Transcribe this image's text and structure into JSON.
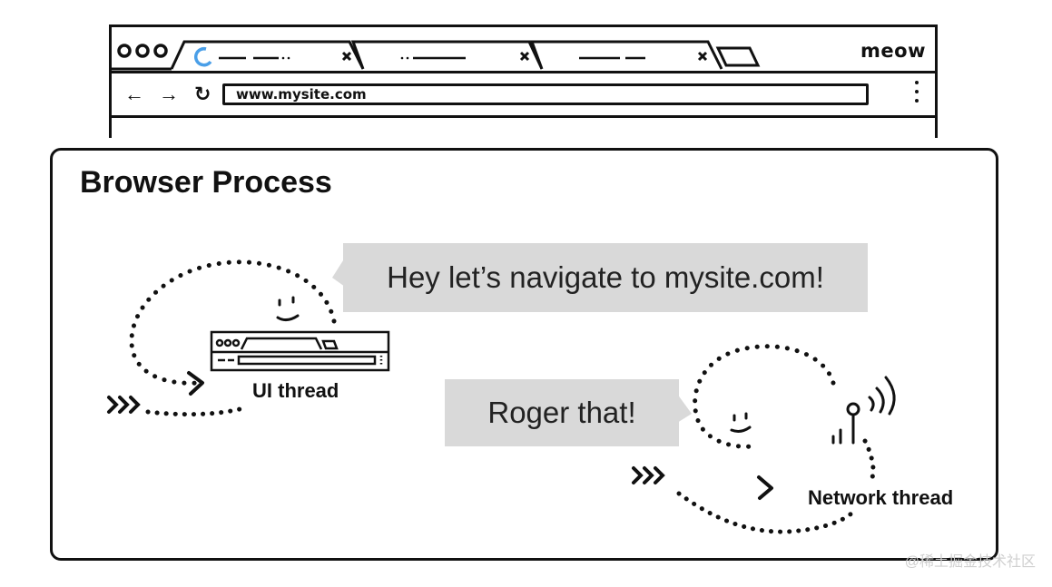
{
  "browser": {
    "brand": "meow",
    "url": "www.mysite.com",
    "tabs": [
      {
        "state": "loading"
      },
      {
        "state": "idle"
      },
      {
        "state": "idle"
      }
    ],
    "nav": {
      "back": "←",
      "forward": "→",
      "reload": "↻"
    }
  },
  "diagram": {
    "title": "Browser Process",
    "ui_thread": {
      "label": "UI thread",
      "speech": "Hey let’s navigate to mysite.com!"
    },
    "network_thread": {
      "label": "Network thread",
      "speech": "Roger that!"
    }
  },
  "watermark": "@稀土掘金技术社区",
  "colors": {
    "ink": "#111111",
    "bubble": "#d9d9d9",
    "loading_spinner": "#4a9fe8"
  }
}
